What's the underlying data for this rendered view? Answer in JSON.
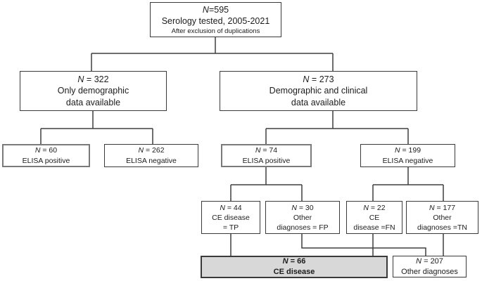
{
  "boxes": {
    "root": {
      "lines": [
        "N=595",
        "Serology tested, 2005-2021",
        "After exclusion of duplications"
      ]
    },
    "only_demo": {
      "lines": [
        "N = 322",
        "Only demographic",
        "data available"
      ]
    },
    "demo_clinical": {
      "lines": [
        "N = 273",
        "Demographic and clinical",
        "data available"
      ]
    },
    "elisa_pos_demo": {
      "lines": [
        "N = 60",
        "ELISA positive"
      ]
    },
    "elisa_neg_demo": {
      "lines": [
        "N = 262",
        "ELISA negative"
      ]
    },
    "elisa_pos_clin": {
      "lines": [
        "N = 74",
        "ELISA positive"
      ]
    },
    "elisa_neg_clin": {
      "lines": [
        "N = 199",
        "ELISA negative"
      ]
    },
    "true_positive": {
      "lines": [
        "N = 44",
        "CE disease",
        "= TP"
      ]
    },
    "false_positive": {
      "lines": [
        "N = 30",
        "Other",
        "diagnoses = FP"
      ]
    },
    "false_negative": {
      "lines": [
        "N = 22",
        "CE",
        "disease =FN"
      ]
    },
    "true_negative": {
      "lines": [
        "N = 177",
        "Other",
        "diagnoses =TN"
      ]
    },
    "ce_disease_total": {
      "lines": [
        "N = 66",
        "CE disease"
      ]
    },
    "other_diagnoses_total": {
      "lines": [
        "N = 207",
        "Other diagnoses"
      ]
    }
  },
  "colors": {
    "connector_line": "#3f3f3f",
    "box_border": "#3a3a3a",
    "highlight_fill": "#d8d8d8",
    "background": "#ffffff"
  }
}
